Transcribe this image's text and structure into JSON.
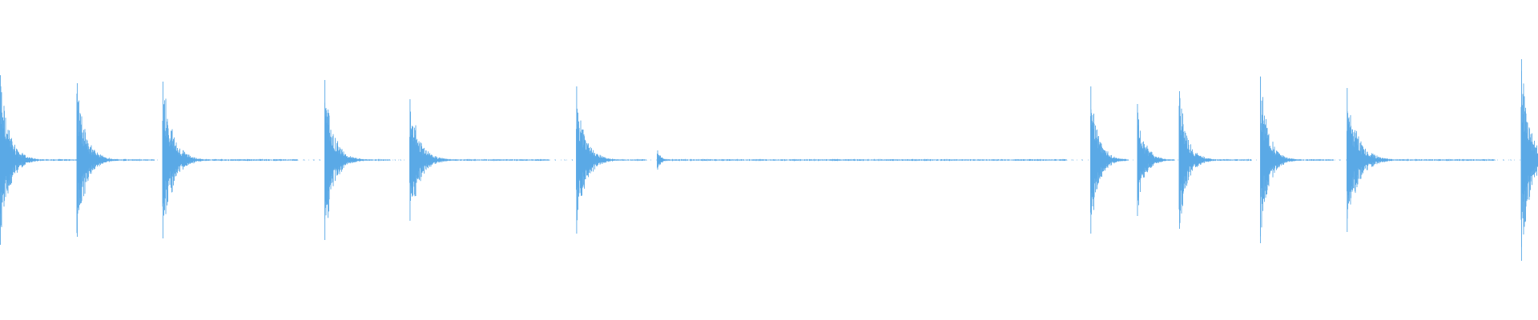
{
  "waveform": {
    "color": "#5aa9e6",
    "background": "#ffffff",
    "duration_s": 30,
    "peak_amplitude": 1.0,
    "baseline_amplitude": 0.004,
    "transients": [
      {
        "time_s": 0.0,
        "amplitude": 0.53,
        "decay_s": 0.55,
        "noise_until_s": 1.6
      },
      {
        "time_s": 1.5,
        "amplitude": 0.48,
        "decay_s": 0.55,
        "noise_until_s": 3.0
      },
      {
        "time_s": 3.17,
        "amplitude": 0.49,
        "decay_s": 0.6,
        "noise_until_s": 5.8
      },
      {
        "time_s": 6.33,
        "amplitude": 0.5,
        "decay_s": 0.55,
        "noise_until_s": 7.6
      },
      {
        "time_s": 7.99,
        "amplitude": 0.38,
        "decay_s": 0.6,
        "noise_until_s": 10.7
      },
      {
        "time_s": 11.24,
        "amplitude": 0.46,
        "decay_s": 0.55,
        "noise_until_s": 12.6
      },
      {
        "time_s": 12.82,
        "amplitude": 0.06,
        "decay_s": 0.25,
        "noise_until_s": 20.8
      },
      {
        "time_s": 21.27,
        "amplitude": 0.46,
        "decay_s": 0.5,
        "noise_until_s": 22.0
      },
      {
        "time_s": 22.18,
        "amplitude": 0.35,
        "decay_s": 0.45,
        "noise_until_s": 22.9
      },
      {
        "time_s": 23.0,
        "amplitude": 0.43,
        "decay_s": 0.5,
        "noise_until_s": 24.4
      },
      {
        "time_s": 24.58,
        "amplitude": 0.52,
        "decay_s": 0.5,
        "noise_until_s": 26.0
      },
      {
        "time_s": 26.27,
        "amplitude": 0.45,
        "decay_s": 0.65,
        "noise_until_s": 29.15
      },
      {
        "time_s": 29.67,
        "amplitude": 0.63,
        "decay_s": 0.5,
        "noise_until_s": 30.0
      }
    ]
  }
}
